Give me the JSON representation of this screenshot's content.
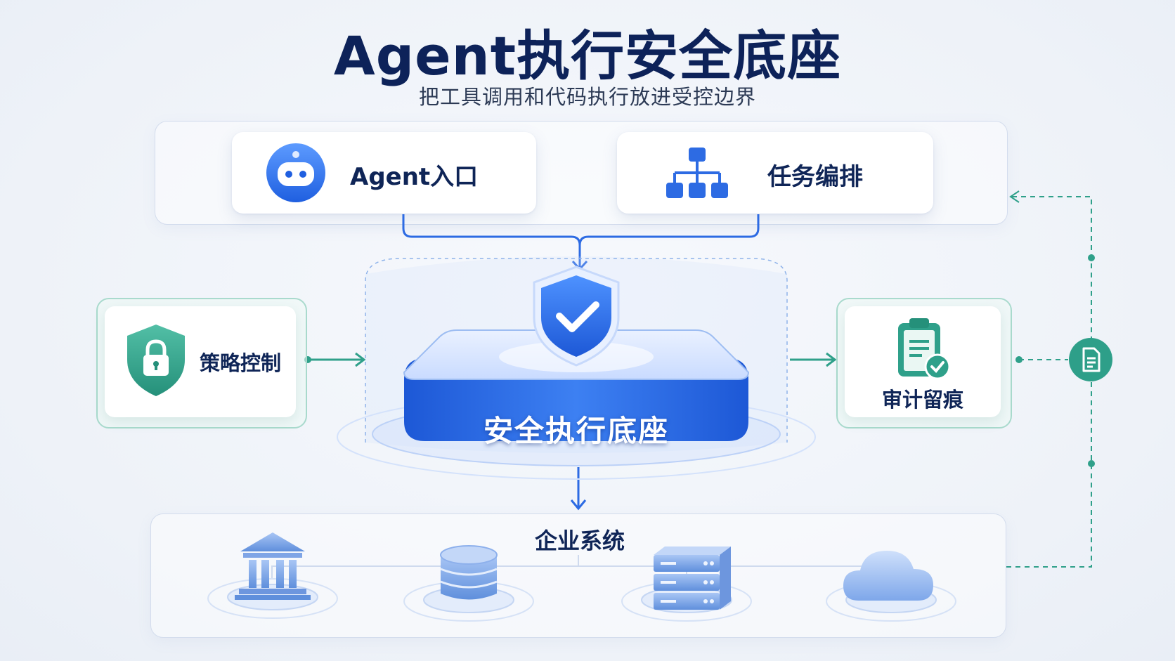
{
  "header": {
    "title": "Agent执行安全底座",
    "subtitle": "把工具调用和代码执行放进受控边界"
  },
  "top_row": {
    "agent_entry": {
      "label": "Agent入口",
      "icon": "robot-icon"
    },
    "task_orchestration": {
      "label": "任务编排",
      "icon": "org-chart-icon"
    }
  },
  "center": {
    "label": "安全执行底座",
    "icon": "shield-check-icon"
  },
  "left": {
    "label": "策略控制",
    "icon": "shield-lock-icon"
  },
  "right": {
    "label": "审计留痕",
    "icon": "clipboard-check-icon"
  },
  "feedback_node": {
    "icon": "document-icon"
  },
  "bottom": {
    "label": "企业系统",
    "systems": [
      {
        "icon": "bank-icon"
      },
      {
        "icon": "database-icon"
      },
      {
        "icon": "server-icon"
      },
      {
        "icon": "cloud-icon"
      }
    ]
  },
  "colors": {
    "primary_blue": "#2d6be3",
    "teal": "#2fa08a",
    "navy_text": "#0f2557"
  }
}
